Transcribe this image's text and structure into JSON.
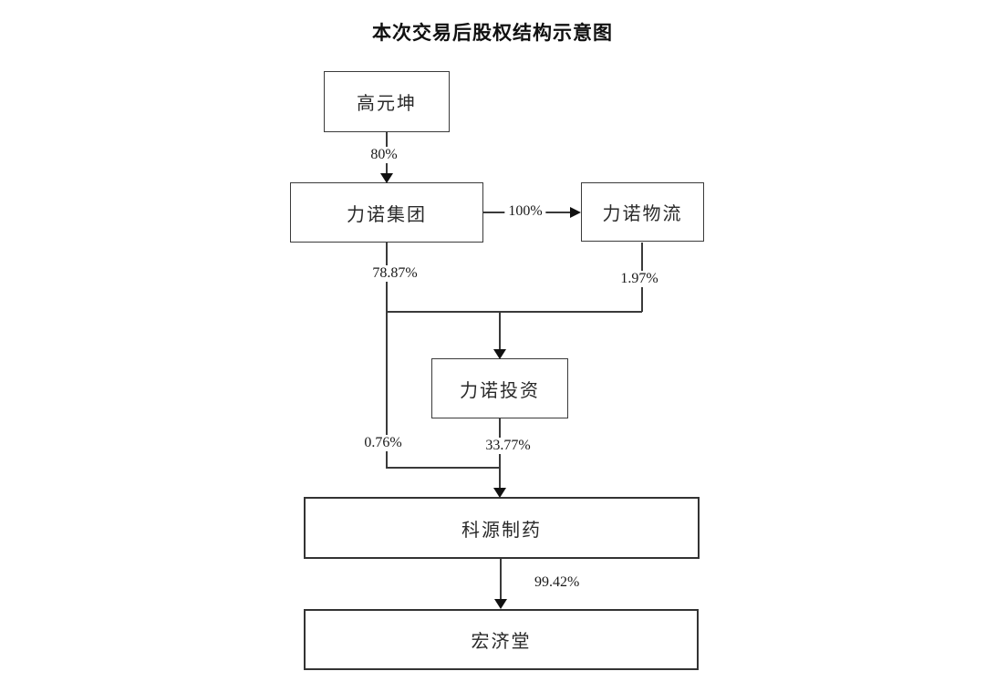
{
  "title": "本次交易后股权结构示意图",
  "nodes": {
    "gao_yuankun": {
      "label": "高元坤"
    },
    "linuo_group": {
      "label": "力诺集团"
    },
    "linuo_logistics": {
      "label": "力诺物流"
    },
    "linuo_investment": {
      "label": "力诺投资"
    },
    "keyuan_pharma": {
      "label": "科源制药"
    },
    "hongjitang": {
      "label": "宏济堂"
    }
  },
  "edges": {
    "gao_to_group": "80%",
    "group_to_logistics": "100%",
    "group_to_investment": "78.87%",
    "logistics_to_investment": "1.97%",
    "group_to_keyuan": "0.76%",
    "investment_to_keyuan": "33.77%",
    "keyuan_to_hongjitang": "99.42%"
  },
  "colors": {
    "background": "#ffffff",
    "line": "#3a3a3a",
    "text": "#1a1a1a"
  }
}
